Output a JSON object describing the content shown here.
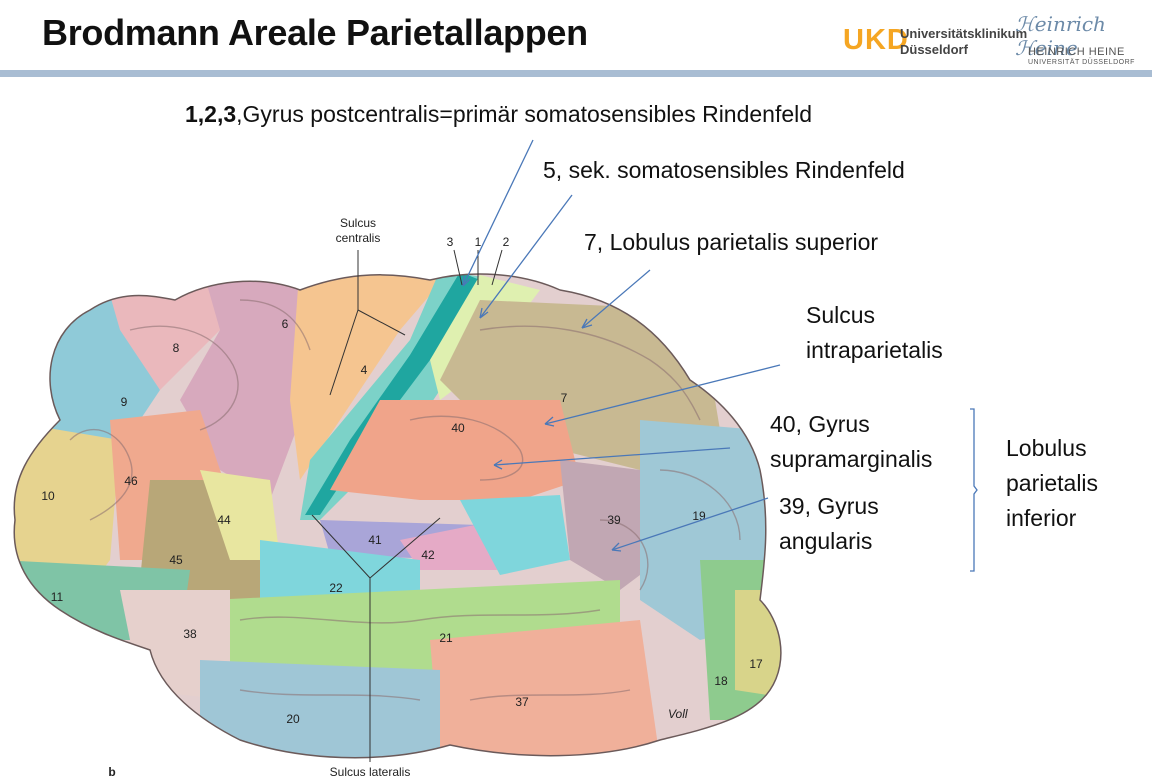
{
  "header": {
    "title": "Brodmann Areale Parietallappen",
    "logo_ukd": "UKD",
    "logo_ukd_line1": "Universitätsklinikum",
    "logo_ukd_line2": "Düsseldorf",
    "logo_hh_line1": "HEINRICH HEINE",
    "logo_hh_line2": "UNIVERSITÄT DÜSSELDORF"
  },
  "labels": {
    "l123_bold": "1,2,3",
    "l123_rest": ",Gyrus postcentralis=primär somatosensibles Rindenfeld",
    "l5": "5, sek. somatosensibles Rindenfeld",
    "l7": "7, Lobulus parietalis superior",
    "sulcus_1": "Sulcus",
    "sulcus_2": "intraparietalis",
    "l40_1": "40, Gyrus",
    "l40_2": "supramarginalis",
    "l39_1": "39, Gyrus",
    "l39_2": "angularis",
    "lob_1": "Lobulus",
    "lob_2": "parietalis",
    "lob_3": "inferior"
  },
  "figure": {
    "sulcus_centralis_1": "Sulcus",
    "sulcus_centralis_2": "centralis",
    "sulcus_lateralis": "Sulcus lateralis",
    "panel": "b",
    "signature": "Voll",
    "top_numbers": [
      "3",
      "1",
      "2"
    ],
    "areas": [
      "6",
      "8",
      "9",
      "4",
      "7",
      "40",
      "46",
      "10",
      "44",
      "45",
      "41",
      "42",
      "39",
      "19",
      "22",
      "11",
      "38",
      "21",
      "17",
      "18",
      "37",
      "20"
    ]
  },
  "colors": {
    "rule": "#a9bdd3",
    "arrow": "#4a78b8",
    "ukd_orange": "#f5a623"
  }
}
